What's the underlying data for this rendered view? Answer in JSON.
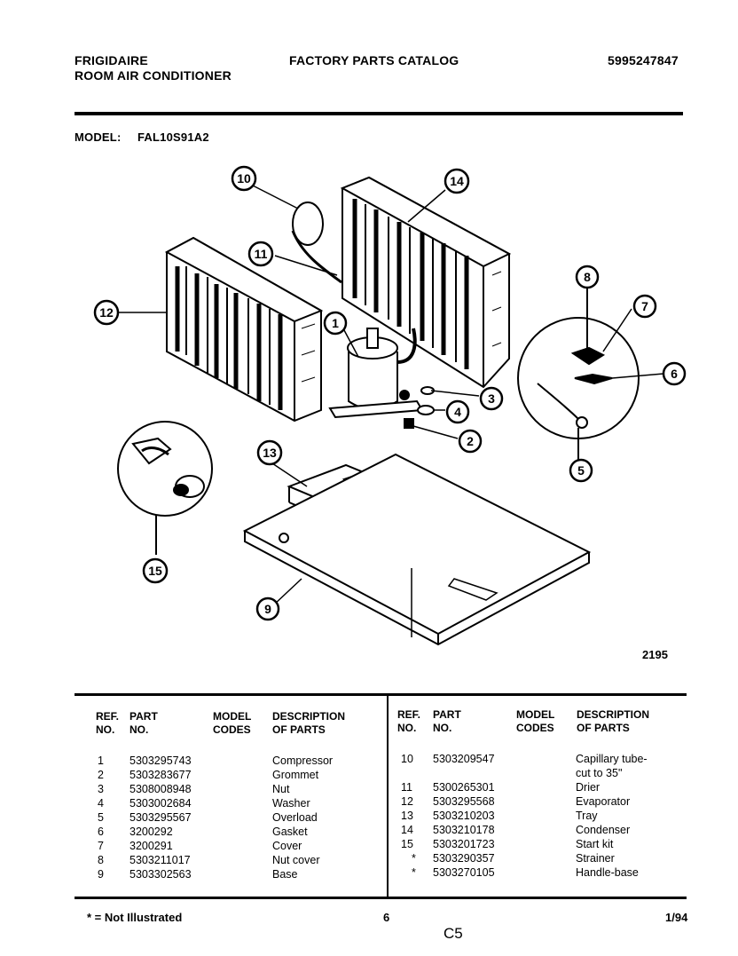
{
  "header": {
    "brand": "FRIGIDAIRE",
    "product": "ROOM AIR CONDITIONER",
    "catalog_title": "FACTORY PARTS CATALOG",
    "catalog_number": "5995247847",
    "model_label": "MODEL:",
    "model_number": "FAL10S91A2"
  },
  "diagram": {
    "figure_number": "2195",
    "callouts": [
      "1",
      "2",
      "3",
      "4",
      "5",
      "6",
      "7",
      "8",
      "9",
      "10",
      "11",
      "12",
      "13",
      "14",
      "15"
    ]
  },
  "table": {
    "headers": {
      "ref_no": [
        "REF.",
        "NO."
      ],
      "part_no": [
        "PART",
        "NO."
      ],
      "model_codes": [
        "MODEL",
        "CODES"
      ],
      "description": [
        "DESCRIPTION",
        "OF PARTS"
      ]
    },
    "left_rows": [
      {
        "ref": "1",
        "part": "5303295743",
        "desc": "Compressor"
      },
      {
        "ref": "2",
        "part": "5303283677",
        "desc": "Grommet"
      },
      {
        "ref": "3",
        "part": "5308008948",
        "desc": "Nut"
      },
      {
        "ref": "4",
        "part": "5303002684",
        "desc": "Washer"
      },
      {
        "ref": "5",
        "part": "5303295567",
        "desc": "Overload"
      },
      {
        "ref": "6",
        "part": "3200292",
        "desc": "Gasket"
      },
      {
        "ref": "7",
        "part": "3200291",
        "desc": "Cover"
      },
      {
        "ref": "8",
        "part": "5303211017",
        "desc": "Nut cover"
      },
      {
        "ref": "9",
        "part": "5303302563",
        "desc": "Base"
      }
    ],
    "right_rows": [
      {
        "ref": "10",
        "part": "5303209547",
        "desc": "Capillary tube-",
        "desc2": "cut to 35\""
      },
      {
        "ref": "11",
        "part": "5300265301",
        "desc": "Drier"
      },
      {
        "ref": "12",
        "part": "5303295568",
        "desc": "Evaporator"
      },
      {
        "ref": "13",
        "part": "5303210203",
        "desc": "Tray"
      },
      {
        "ref": "14",
        "part": "5303210178",
        "desc": "Condenser"
      },
      {
        "ref": "15",
        "part": "5303201723",
        "desc": "Start kit"
      },
      {
        "ref": "*",
        "part": "5303290357",
        "desc": "Strainer"
      },
      {
        "ref": "*",
        "part": "5303270105",
        "desc": "Handle-base"
      }
    ]
  },
  "footer": {
    "note": "* = Not Illustrated",
    "page_number": "6",
    "date": "1/94",
    "section": "C5"
  }
}
